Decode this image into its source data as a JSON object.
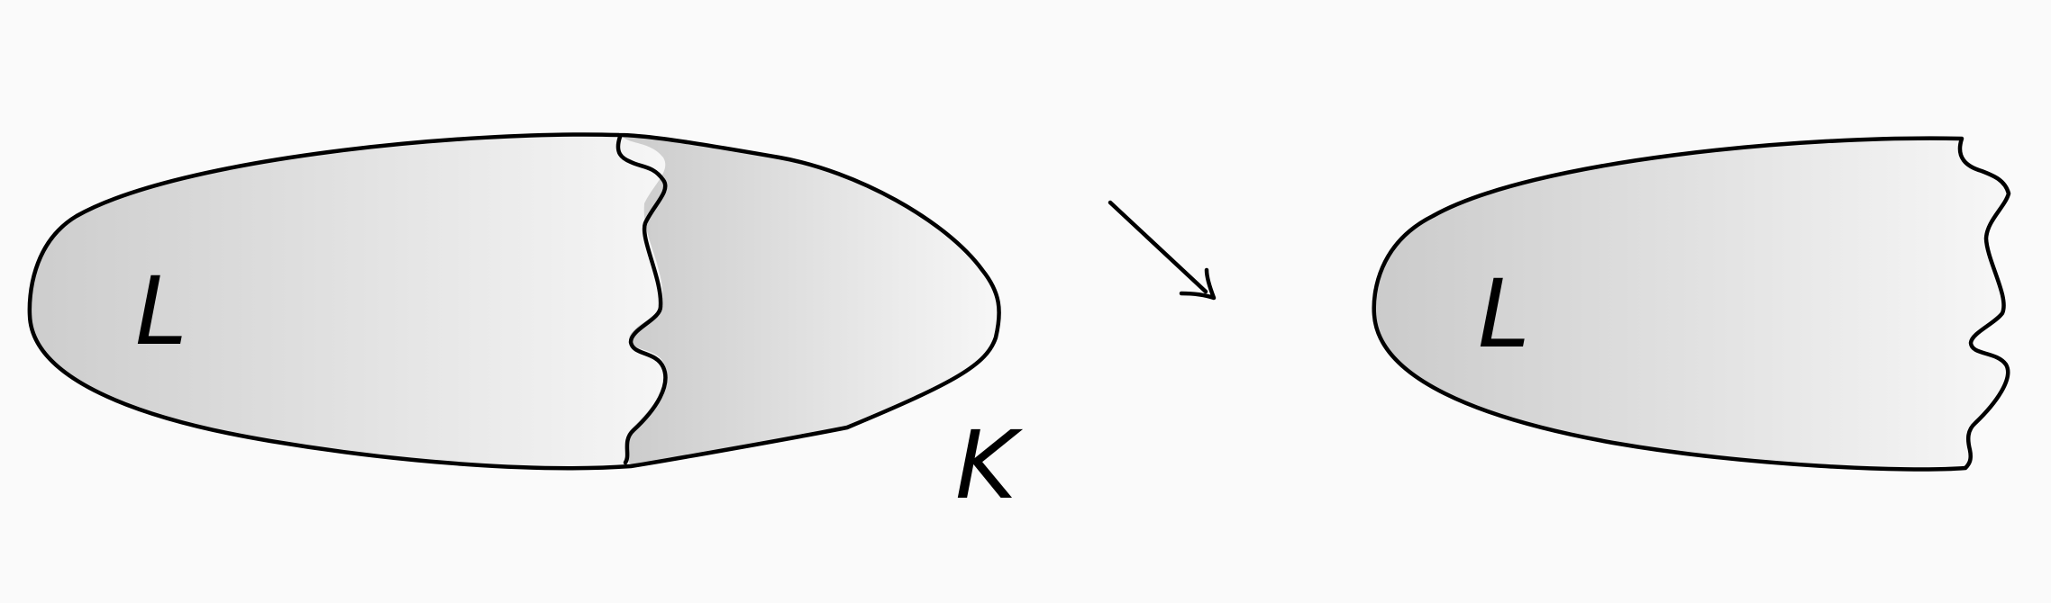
{
  "labels": {
    "left_region": "L",
    "cut_piece": "K",
    "result_region": "L"
  },
  "colors": {
    "background": "#fafafa",
    "stroke": "#000000",
    "shade_dark": "#cbcbcb",
    "shade_light": "#f6f6f6"
  }
}
